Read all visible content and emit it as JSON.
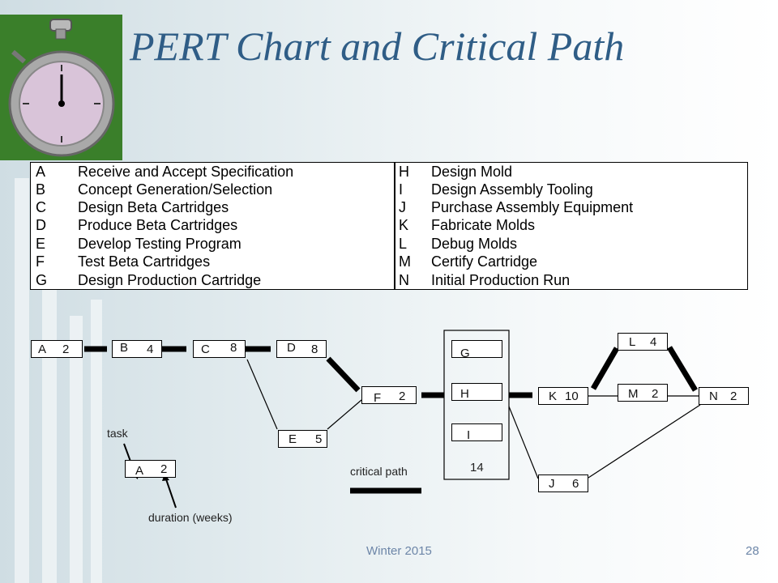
{
  "slide": {
    "title": "PERT Chart and Critical Path",
    "footer_left": "Winter 2015",
    "page_number": "28"
  },
  "legend": {
    "left": [
      {
        "code": "A",
        "desc": "Receive and Accept Specification"
      },
      {
        "code": "B",
        "desc": "Concept Generation/Selection"
      },
      {
        "code": "C",
        "desc": "Design Beta Cartridges"
      },
      {
        "code": "D",
        "desc": "Produce Beta Cartridges"
      },
      {
        "code": "E",
        "desc": "Develop Testing Program"
      },
      {
        "code": "F",
        "desc": "Test Beta Cartridges"
      },
      {
        "code": "G",
        "desc": "Design Production Cartridge"
      }
    ],
    "right": [
      {
        "code": "H",
        "desc": "Design Mold"
      },
      {
        "code": "I",
        "desc": "Design Assembly Tooling"
      },
      {
        "code": "J",
        "desc": "Purchase Assembly Equipment"
      },
      {
        "code": "K",
        "desc": "Fabricate Molds"
      },
      {
        "code": "L",
        "desc": "Debug Molds"
      },
      {
        "code": "M",
        "desc": "Certify Cartridge"
      },
      {
        "code": "N",
        "desc": "Initial Production Run"
      }
    ]
  },
  "tasks": {
    "A": {
      "id": "A",
      "duration": "2"
    },
    "B": {
      "id": "B",
      "duration": "4"
    },
    "C": {
      "id": "C",
      "duration": "8"
    },
    "D": {
      "id": "D",
      "duration": "8"
    },
    "E": {
      "id": "E",
      "duration": "5"
    },
    "F": {
      "id": "F",
      "duration": "2"
    },
    "G": {
      "id": "G"
    },
    "H": {
      "id": "H"
    },
    "I": {
      "id": "I"
    },
    "GHI_duration": "14",
    "J": {
      "id": "J",
      "duration": "6"
    },
    "K": {
      "id": "K",
      "duration": "10"
    },
    "L": {
      "id": "L",
      "duration": "4"
    },
    "M": {
      "id": "M",
      "duration": "2"
    },
    "N": {
      "id": "N",
      "duration": "2"
    }
  },
  "key": {
    "task_label": "task",
    "example_id": "A",
    "example_duration": "2",
    "duration_label": "duration (weeks)",
    "critical_path_label": "critical path"
  },
  "colors": {
    "title": "#2f5d86",
    "footer": "#6d86a8",
    "logo_bg": "#3a7f2a"
  }
}
